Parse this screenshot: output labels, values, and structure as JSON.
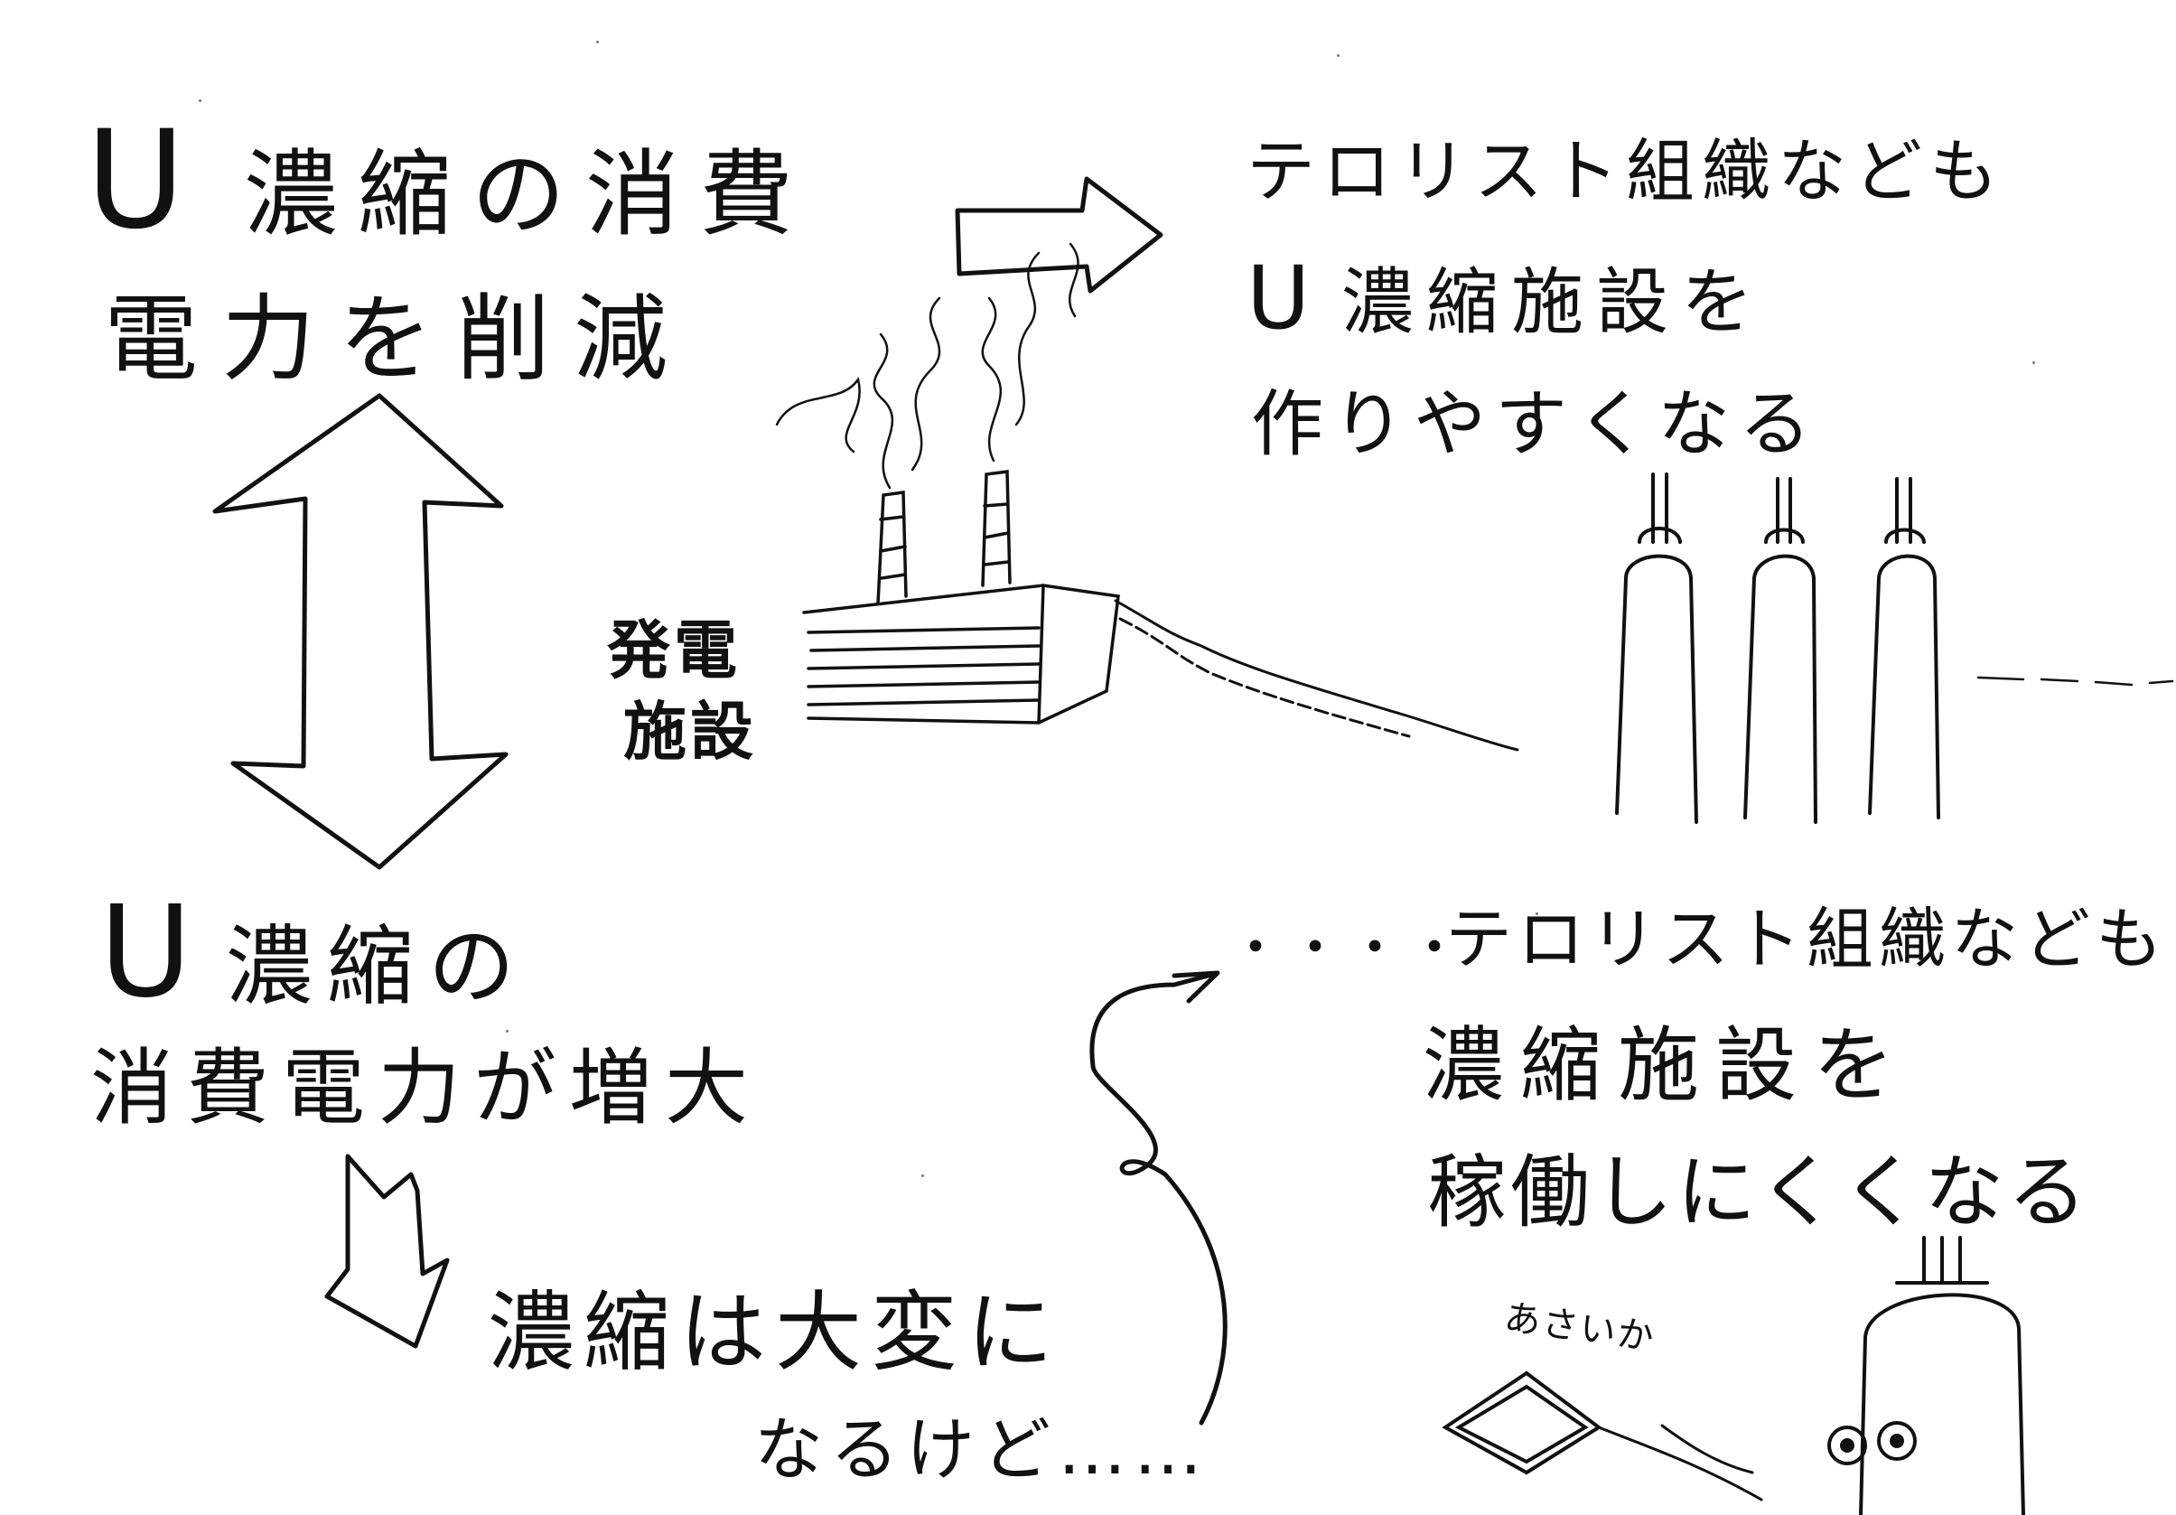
{
  "top_left": {
    "u_letter": "U",
    "line1": "濃縮の消費",
    "line2": "電力を削減"
  },
  "top_right": {
    "line1": "テロリスト組織なども",
    "u_letter": "U",
    "line2": "濃縮施設を",
    "line3": "作りやすくなる"
  },
  "plant_label": {
    "line1": "発電",
    "line2": "施設"
  },
  "bottom_left": {
    "u_letter": "U",
    "line1": "濃縮の",
    "line2": "消費電力が増大"
  },
  "bottom_middle": {
    "line1": "濃縮は大変に",
    "line2": "なるけど……"
  },
  "bottom_right": {
    "dots": "・・・・",
    "line1": "テロリスト組織なども",
    "line2": "濃縮施設を",
    "line3": "稼働しにくくなる"
  },
  "character_speech": "あさいか",
  "colors": {
    "ink": "#111111",
    "paper": "#ffffff"
  }
}
